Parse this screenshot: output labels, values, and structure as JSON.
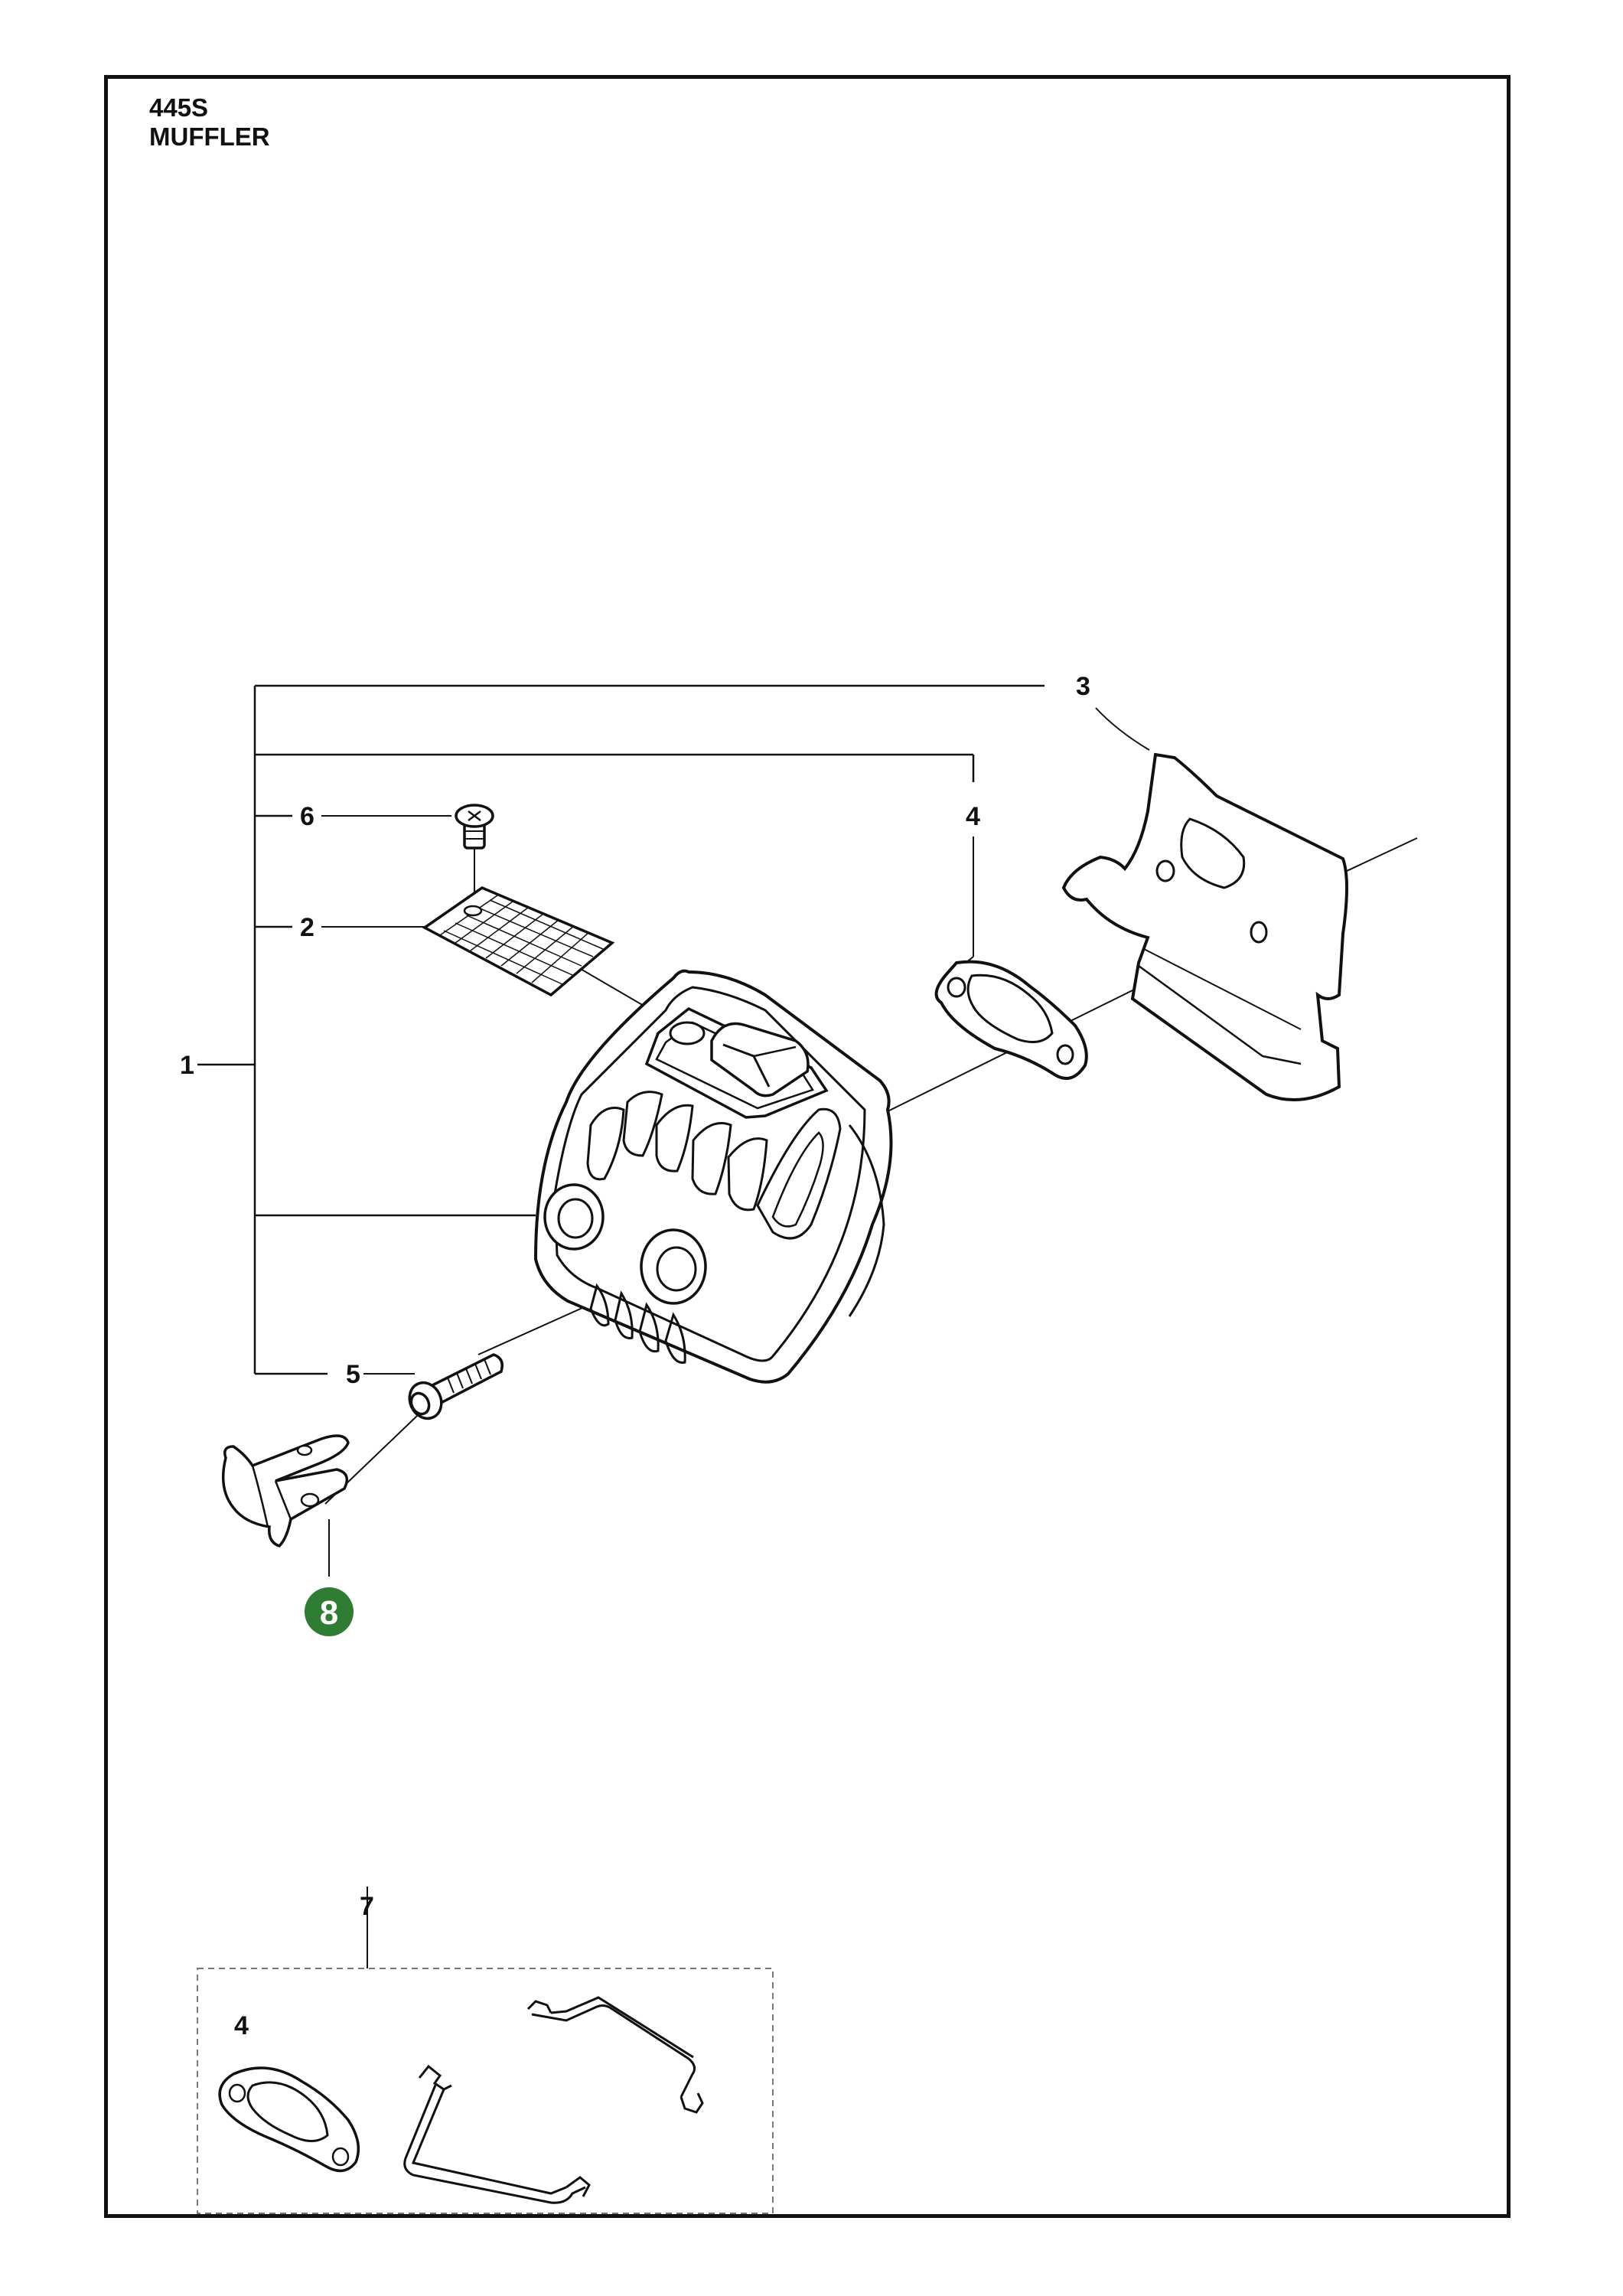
{
  "header": {
    "model": "445S",
    "section": "MUFFLER"
  },
  "callouts": {
    "c1": "1",
    "c2": "2",
    "c3": "3",
    "c4": "4",
    "c5": "5",
    "c6": "6",
    "c7": "7",
    "c8": "8",
    "kit_c4": "4"
  },
  "colors": {
    "highlight": "#2e7d32",
    "line": "#111111",
    "kit_border": "#777777"
  }
}
